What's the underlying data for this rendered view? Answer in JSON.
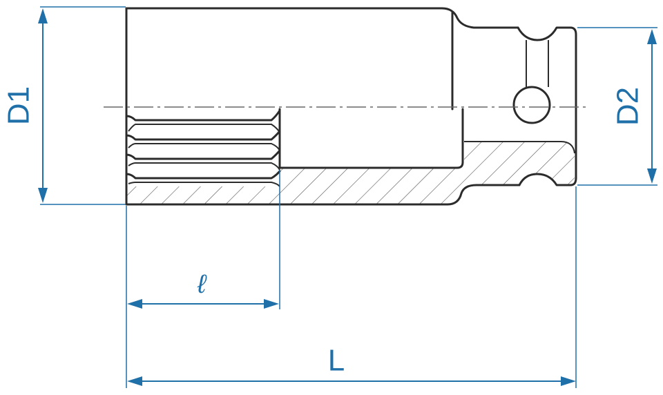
{
  "dimensions": {
    "d1": "D1",
    "d2": "D2",
    "inner_length": "ℓ",
    "total_length": "L"
  },
  "colors": {
    "dimension": "#1f6fa8",
    "outline": "#2b2b2b"
  }
}
